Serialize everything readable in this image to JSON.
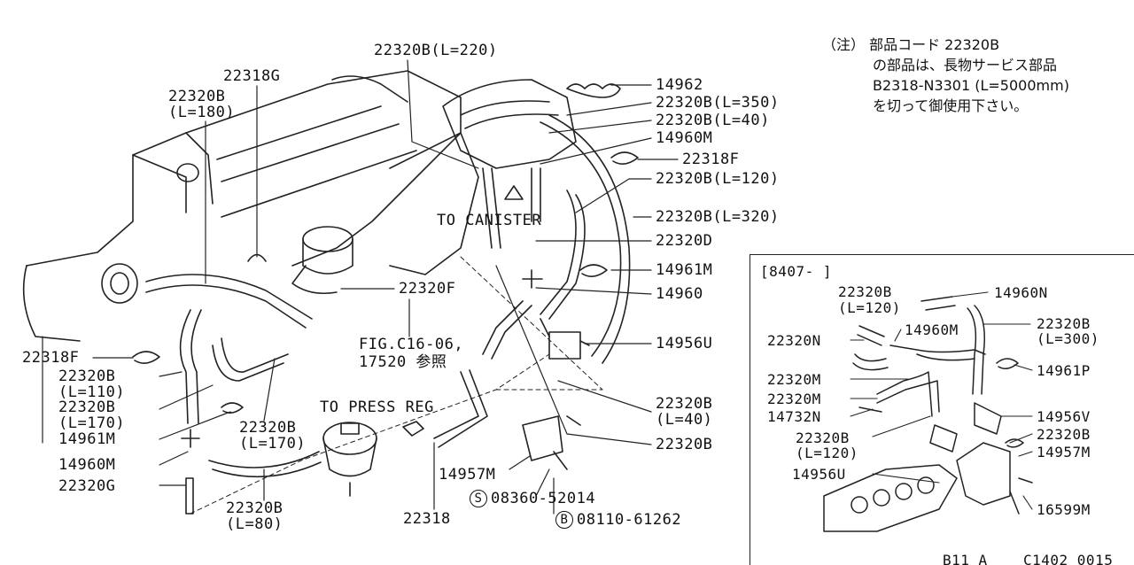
{
  "note": {
    "line1": "（注） 部品コード 22320B",
    "line2": "の部品は、長物サービス部品",
    "line3": "B2318-N3301 (L=5000mm)",
    "line4": "を切って御使用下さい。"
  },
  "main_labels": {
    "p22320B_L220": "22320B(L=220)",
    "p22318G": "22318G",
    "p22320B_L180_a": "22320B",
    "p22320B_L180_b": "(L=180)",
    "p14962": "14962",
    "p22320B_L350": "22320B(L=350)",
    "p22320B_L40": "22320B(L=40)",
    "p14960M": "14960M",
    "p22318F_r": "22318F",
    "p22320B_L120": "22320B(L=120)",
    "to_canister": "TO CANISTER",
    "p22320B_L320": "22320B(L=320)",
    "p22320D": "22320D",
    "p14961M_r": "14961M",
    "p22320F": "22320F",
    "p14960": "14960",
    "fig_ref_a": "FIG.C16-06,",
    "fig_ref_b": "17520 参照",
    "p14956U": "14956U",
    "p22318F_l": "22318F",
    "p22320B_L110_a": "22320B",
    "p22320B_L110_b": "(L=110)",
    "p22320B_L170_a": "22320B",
    "p22320B_L170_b": "(L=170)",
    "to_press_reg": "TO PRESS REG",
    "p22320B_L170_c": "22320B",
    "p22320B_L170_d": "(L=170)",
    "p22320B_L40b_a": "22320B",
    "p22320B_L40b_b": "(L=40)",
    "p14961M_l": "14961M",
    "p22320B_r": "22320B",
    "p14960M_l": "14960M",
    "p14957M": "14957M",
    "p22320G": "22320G",
    "p08360": "08360-52014",
    "circ_s": "S",
    "p22320B_L80_a": "22320B",
    "p22320B_L80_b": "(L=80)",
    "p22318": "22318",
    "p08110": "08110-61262",
    "circ_b": "B"
  },
  "inset": {
    "title": "[8407-      ]",
    "p22320B_L120_a": "22320B",
    "p22320B_L120_b": "(L=120)",
    "p14960N": "14960N",
    "p22320N": "22320N",
    "p14960M": "14960M",
    "p22320B_L300_a": "22320B",
    "p22320B_L300_b": "(L=300)",
    "p22320M_a": "22320M",
    "p14961P": "14961P",
    "p22320M_b": "22320M",
    "p14732N": "14732N",
    "p14956V": "14956V",
    "p22320B_L120c_a": "22320B",
    "p22320B_L120c_b": "(L=120)",
    "p22320B_r": "22320B",
    "p14957M": "14957M",
    "p14956U": "14956U",
    "p16599M": "16599M"
  },
  "footer": {
    "model": "B11 A",
    "code": "C1402 0015"
  }
}
